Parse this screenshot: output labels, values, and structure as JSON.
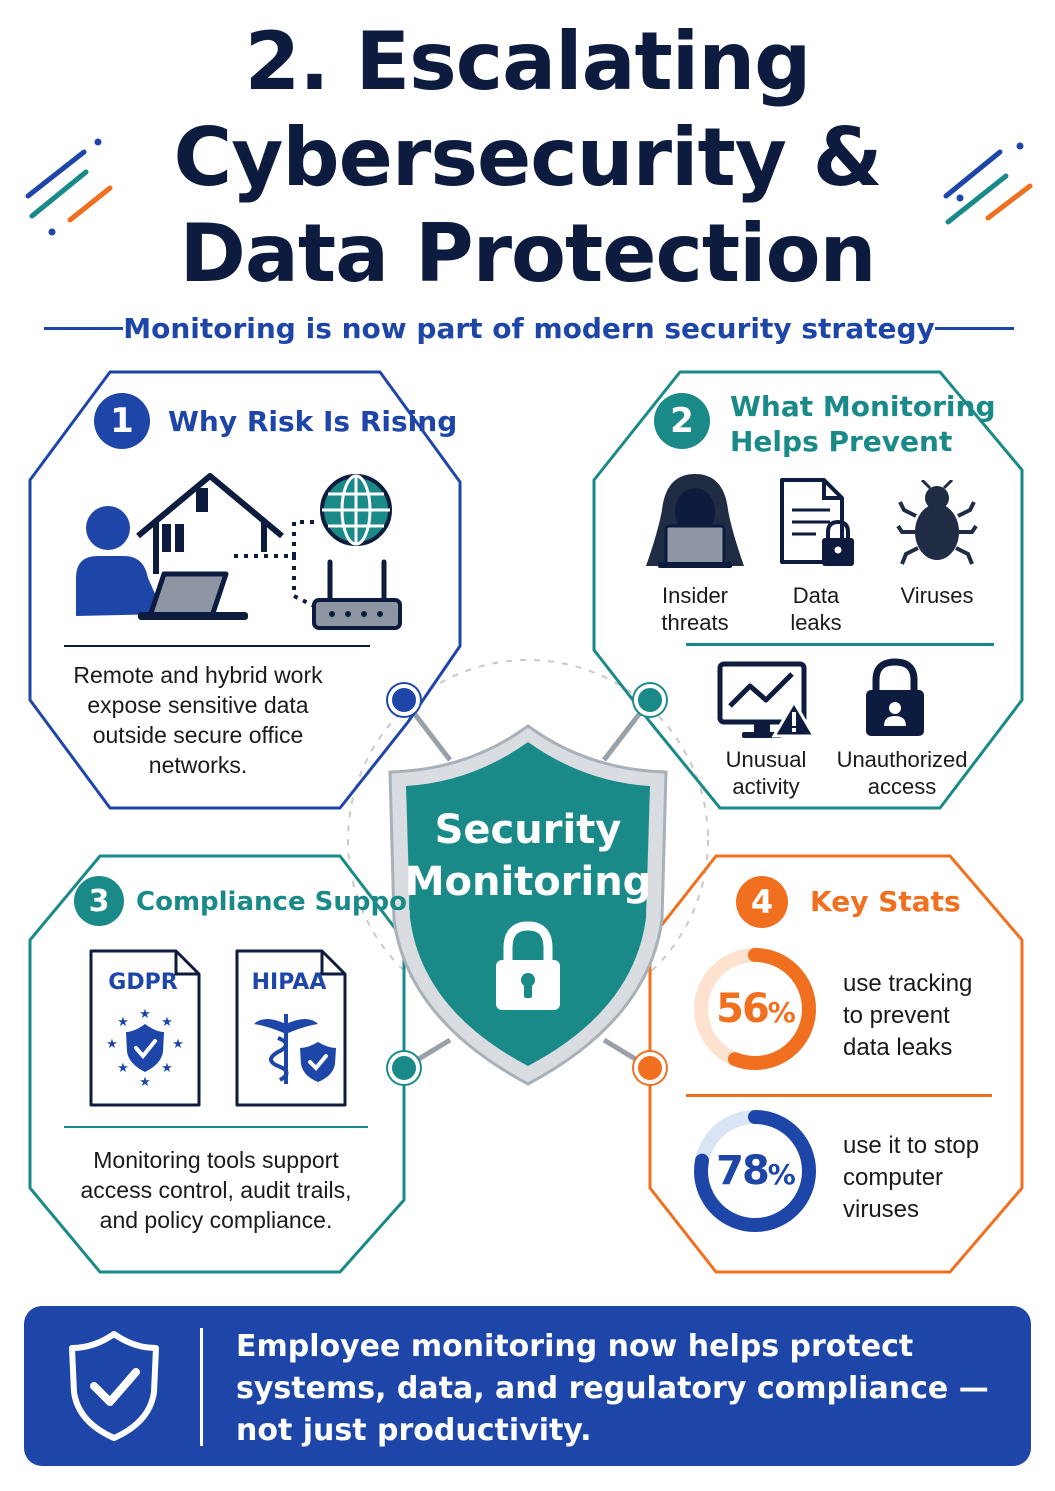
{
  "title": {
    "line1": "2. Escalating",
    "line2": "Cybersecurity &",
    "line3": "Data Protection"
  },
  "subtitle": "Monitoring is now part of modern security strategy",
  "colors": {
    "navy": "#0d1b3e",
    "blue": "#1e46a8",
    "teal": "#1a8a88",
    "orange": "#f07020"
  },
  "center": {
    "line1": "Security",
    "line2": "Monitoring",
    "icon": "lock-icon"
  },
  "card1": {
    "number": "1",
    "heading": "Why Risk Is Rising",
    "icons": [
      "remote-worker-icon",
      "home-icon",
      "globe-icon",
      "router-icon"
    ],
    "body": "Remote and hybrid work expose sensitive data outside secure office networks."
  },
  "card2": {
    "number": "2",
    "heading_line1": "What Monitoring",
    "heading_line2": "Helps Prevent",
    "items": [
      {
        "icon": "hooded-hacker-icon",
        "line1": "Insider",
        "line2": "threats"
      },
      {
        "icon": "locked-document-icon",
        "line1": "Data",
        "line2": "leaks"
      },
      {
        "icon": "bug-icon",
        "line1": "Viruses",
        "line2": ""
      },
      {
        "icon": "monitor-warning-icon",
        "line1": "Unusual",
        "line2": "activity"
      },
      {
        "icon": "padlock-user-icon",
        "line1": "Unauthorized",
        "line2": "access"
      }
    ]
  },
  "card3": {
    "number": "3",
    "heading": "Compliance Support",
    "docs": [
      {
        "label": "GDPR",
        "icon": "eu-shield-icon"
      },
      {
        "label": "HIPAA",
        "icon": "caduceus-shield-icon"
      }
    ],
    "body": "Monitoring tools support access control, audit trails, and policy compliance."
  },
  "card4": {
    "number": "4",
    "heading": "Key Stats",
    "stats": [
      {
        "value": "56",
        "unit": "%",
        "percent": 56,
        "color": "#f07020",
        "track": "#fde3cf",
        "line1": "use tracking",
        "line2": "to prevent",
        "line3": "data leaks"
      },
      {
        "value": "78",
        "unit": "%",
        "percent": 78,
        "color": "#1e46a8",
        "track": "#dbe4f5",
        "line1": "use it to stop",
        "line2": "computer",
        "line3": "viruses"
      }
    ]
  },
  "footer": {
    "icon": "shield-check-icon",
    "text": "Employee monitoring now helps protect systems, data, and regulatory compliance — not just productivity."
  }
}
